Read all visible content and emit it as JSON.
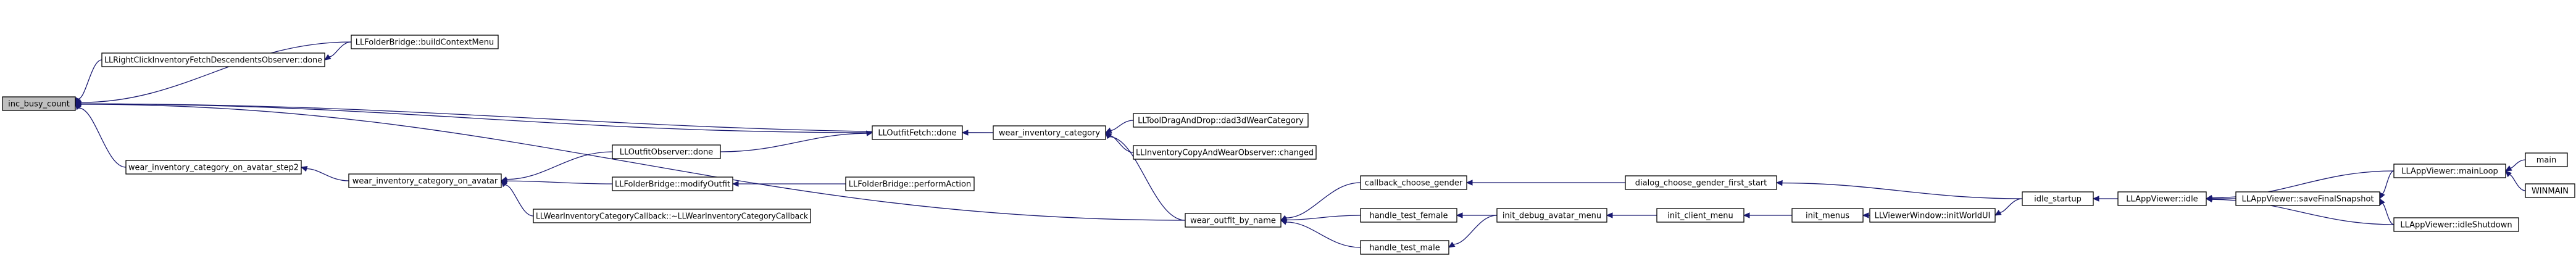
{
  "graph": {
    "colors": {
      "edge": "#191970",
      "node_fill": "#ffffff",
      "root_fill": "#bfbfbf",
      "border": "#000000"
    },
    "nodes": [
      {
        "id": "n_inc",
        "label": "inc_busy_count",
        "root": true
      },
      {
        "id": "n_buildctx",
        "label": "LLFolderBridge::buildContextMenu"
      },
      {
        "id": "n_rightclick",
        "label": "LLRightClickInventoryFetchDescendentsObserver::done"
      },
      {
        "id": "n_outfitfetch",
        "label": "LLOutfitFetch::done"
      },
      {
        "id": "n_wic",
        "label": "wear_inventory_category"
      },
      {
        "id": "n_tooldrag",
        "label": "LLToolDragAndDrop::dad3dWearCategory"
      },
      {
        "id": "n_copywear",
        "label": "LLInventoryCopyAndWearObserver::changed"
      },
      {
        "id": "n_step2",
        "label": "wear_inventory_category_on_avatar_step2"
      },
      {
        "id": "n_onavatar",
        "label": "wear_inventory_category_on_avatar"
      },
      {
        "id": "n_outfitobs",
        "label": "LLOutfitObserver::done"
      },
      {
        "id": "n_modify",
        "label": "LLFolderBridge::modifyOutfit"
      },
      {
        "id": "n_perform",
        "label": "LLFolderBridge::performAction"
      },
      {
        "id": "n_wearcb",
        "label": "LLWearInventoryCategoryCallback::~LLWearInventoryCategoryCallback"
      },
      {
        "id": "n_wobn",
        "label": "wear_outfit_by_name"
      },
      {
        "id": "n_cbgender",
        "label": "callback_choose_gender"
      },
      {
        "id": "n_female",
        "label": "handle_test_female"
      },
      {
        "id": "n_male",
        "label": "handle_test_male"
      },
      {
        "id": "n_dialog",
        "label": "dialog_choose_gender_first_start"
      },
      {
        "id": "n_initdebug",
        "label": "init_debug_avatar_menu"
      },
      {
        "id": "n_initclient",
        "label": "init_client_menu"
      },
      {
        "id": "n_initmenus",
        "label": "init_menus"
      },
      {
        "id": "n_initworld",
        "label": "LLViewerWindow::initWorldUI"
      },
      {
        "id": "n_idlestart",
        "label": "idle_startup"
      },
      {
        "id": "n_idle",
        "label": "LLAppViewer::idle"
      },
      {
        "id": "n_savefinal",
        "label": "LLAppViewer::saveFinalSnapshot"
      },
      {
        "id": "n_mainloop",
        "label": "LLAppViewer::mainLoop"
      },
      {
        "id": "n_idleshutdown",
        "label": "LLAppViewer::idleShutdown"
      },
      {
        "id": "n_main",
        "label": "main"
      },
      {
        "id": "n_winmain",
        "label": "WINMAIN"
      }
    ],
    "edges": [
      {
        "from": "n_buildctx",
        "to": "n_inc"
      },
      {
        "from": "n_rightclick",
        "to": "n_inc"
      },
      {
        "from": "n_buildctx",
        "to": "n_rightclick"
      },
      {
        "from": "n_outfitfetch",
        "to": "n_inc"
      },
      {
        "from": "n_wic",
        "to": "n_inc"
      },
      {
        "from": "n_step2",
        "to": "n_inc"
      },
      {
        "from": "n_wobn",
        "to": "n_inc"
      },
      {
        "from": "n_outfitobs",
        "to": "n_outfitfetch"
      },
      {
        "from": "n_wic",
        "to": "n_outfitfetch"
      },
      {
        "from": "n_tooldrag",
        "to": "n_wic"
      },
      {
        "from": "n_copywear",
        "to": "n_wic"
      },
      {
        "from": "n_wobn",
        "to": "n_wic"
      },
      {
        "from": "n_onavatar",
        "to": "n_step2"
      },
      {
        "from": "n_outfitobs",
        "to": "n_onavatar"
      },
      {
        "from": "n_modify",
        "to": "n_onavatar"
      },
      {
        "from": "n_wearcb",
        "to": "n_onavatar"
      },
      {
        "from": "n_perform",
        "to": "n_modify"
      },
      {
        "from": "n_cbgender",
        "to": "n_wobn"
      },
      {
        "from": "n_female",
        "to": "n_wobn"
      },
      {
        "from": "n_male",
        "to": "n_wobn"
      },
      {
        "from": "n_dialog",
        "to": "n_cbgender"
      },
      {
        "from": "n_initdebug",
        "to": "n_female"
      },
      {
        "from": "n_initdebug",
        "to": "n_male"
      },
      {
        "from": "n_idlestart",
        "to": "n_dialog"
      },
      {
        "from": "n_initclient",
        "to": "n_initdebug"
      },
      {
        "from": "n_initmenus",
        "to": "n_initclient"
      },
      {
        "from": "n_initworld",
        "to": "n_initmenus"
      },
      {
        "from": "n_idlestart",
        "to": "n_initworld"
      },
      {
        "from": "n_idle",
        "to": "n_idlestart"
      },
      {
        "from": "n_savefinal",
        "to": "n_idle"
      },
      {
        "from": "n_mainloop",
        "to": "n_idle"
      },
      {
        "from": "n_idleshutdown",
        "to": "n_idle"
      },
      {
        "from": "n_mainloop",
        "to": "n_savefinal"
      },
      {
        "from": "n_idleshutdown",
        "to": "n_savefinal"
      },
      {
        "from": "n_main",
        "to": "n_mainloop"
      },
      {
        "from": "n_winmain",
        "to": "n_mainloop"
      }
    ]
  }
}
